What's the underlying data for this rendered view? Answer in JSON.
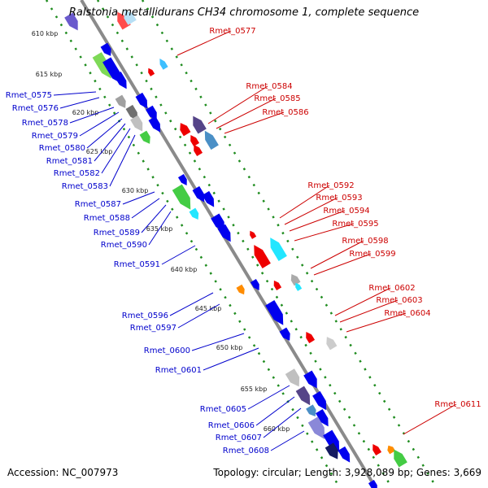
{
  "title": "Ralstonia metallidurans CH34 chromosome 1, complete sequence",
  "footer": {
    "accession": "Accession: NC_007973",
    "summary": "Topology: circular; Length: 3,928,089 bp; Genes: 3,669"
  },
  "colors": {
    "backbone": "#8a8a8a",
    "track_dots": "#1f8c1f",
    "forward_label": "#0000cc",
    "reverse_label": "#cc0000",
    "tick_text": "#222222"
  },
  "scale_ticks": [
    "610 kbp",
    "615 kbp",
    "620 kbp",
    "625 kbp",
    "630 kbp",
    "635 kbp",
    "640 kbp",
    "645 kbp",
    "650 kbp",
    "655 kbp",
    "660 kbp"
  ],
  "forward_genes": [
    "Rmet_0575",
    "Rmet_0576",
    "Rmet_0578",
    "Rmet_0579",
    "Rmet_0580",
    "Rmet_0581",
    "Rmet_0582",
    "Rmet_0583",
    "Rmet_0587",
    "Rmet_0588",
    "Rmet_0589",
    "Rmet_0590",
    "Rmet_0591",
    "Rmet_0596",
    "Rmet_0597",
    "Rmet_0600",
    "Rmet_0601",
    "Rmet_0605",
    "Rmet_0606",
    "Rmet_0607",
    "Rmet_0608"
  ],
  "reverse_genes": [
    "Rmet_0577",
    "Rmet_0584",
    "Rmet_0585",
    "Rmet_0586",
    "Rmet_0592",
    "Rmet_0593",
    "Rmet_0594",
    "Rmet_0595",
    "Rmet_0598",
    "Rmet_0599",
    "Rmet_0602",
    "Rmet_0603",
    "Rmet_0604",
    "Rmet_0611"
  ]
}
